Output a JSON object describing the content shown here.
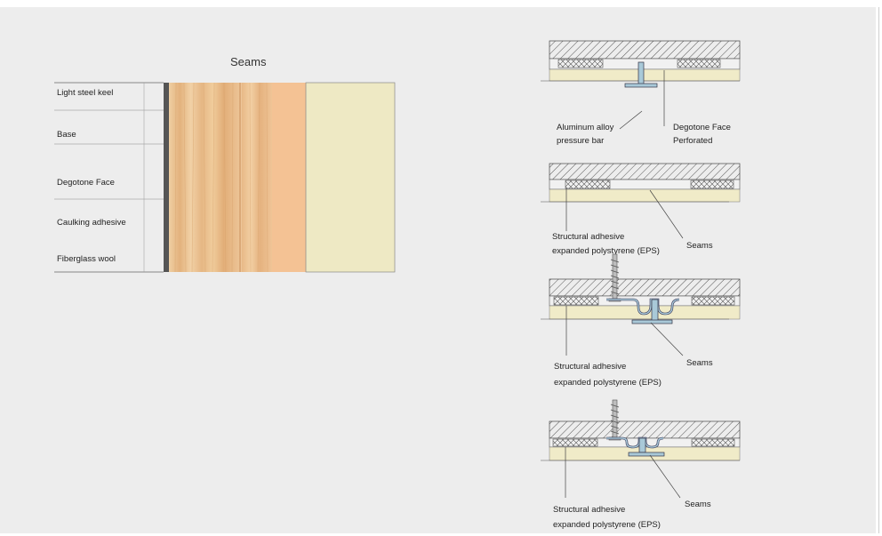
{
  "left_panel": {
    "title": "Seams",
    "layer_labels": [
      "Light steel keel",
      "Base",
      "Degotone Face",
      "Caulking adhesive",
      "Fiberglass wool"
    ]
  },
  "right_panel": {
    "detail1": {
      "label_left_line1": "Aluminum alloy",
      "label_left_line2": "pressure bar",
      "label_right_line1": "Degotone Face",
      "label_right_line2": "Perforated"
    },
    "detail2": {
      "label_left_line1": "Structural adhesive",
      "label_left_line2": "expanded polystyrene (EPS)",
      "label_right": "Seams"
    },
    "detail3": {
      "label_left_line1": "Structural adhesive",
      "label_left_line2": "expanded polystyrene (EPS)",
      "label_right": "Seams"
    },
    "detail4": {
      "label_left_line1": "Structural adhesive",
      "label_left_line2": "expanded polystyrene (EPS)",
      "label_right": "Seams"
    }
  },
  "colors": {
    "background": "#ededed",
    "wood_light": "#e9c08f",
    "wood_peach": "#f3c397",
    "cream": "#efe9c2",
    "board": "#f2eac8",
    "keel": "#555555",
    "metal": "#a9c9d8"
  }
}
